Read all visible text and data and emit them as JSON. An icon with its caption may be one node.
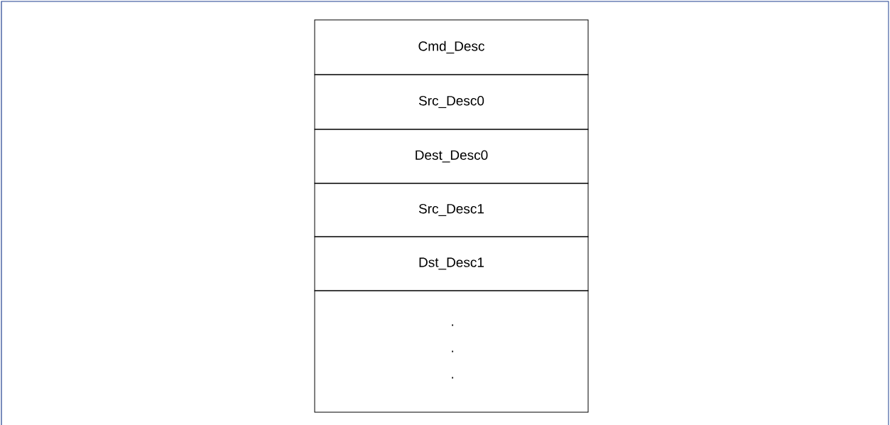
{
  "diagram": {
    "nodes": [
      {
        "text": [
          "Cmd_Desc"
        ]
      },
      {
        "text": [
          "Src_Desc0"
        ]
      },
      {
        "text": [
          "Dest_Desc0"
        ]
      },
      {
        "text": [
          "Src_Desc1"
        ]
      },
      {
        "text": [
          "Dst_Desc1"
        ]
      },
      {
        "text": [
          ". . ."
        ]
      }
    ]
  }
}
